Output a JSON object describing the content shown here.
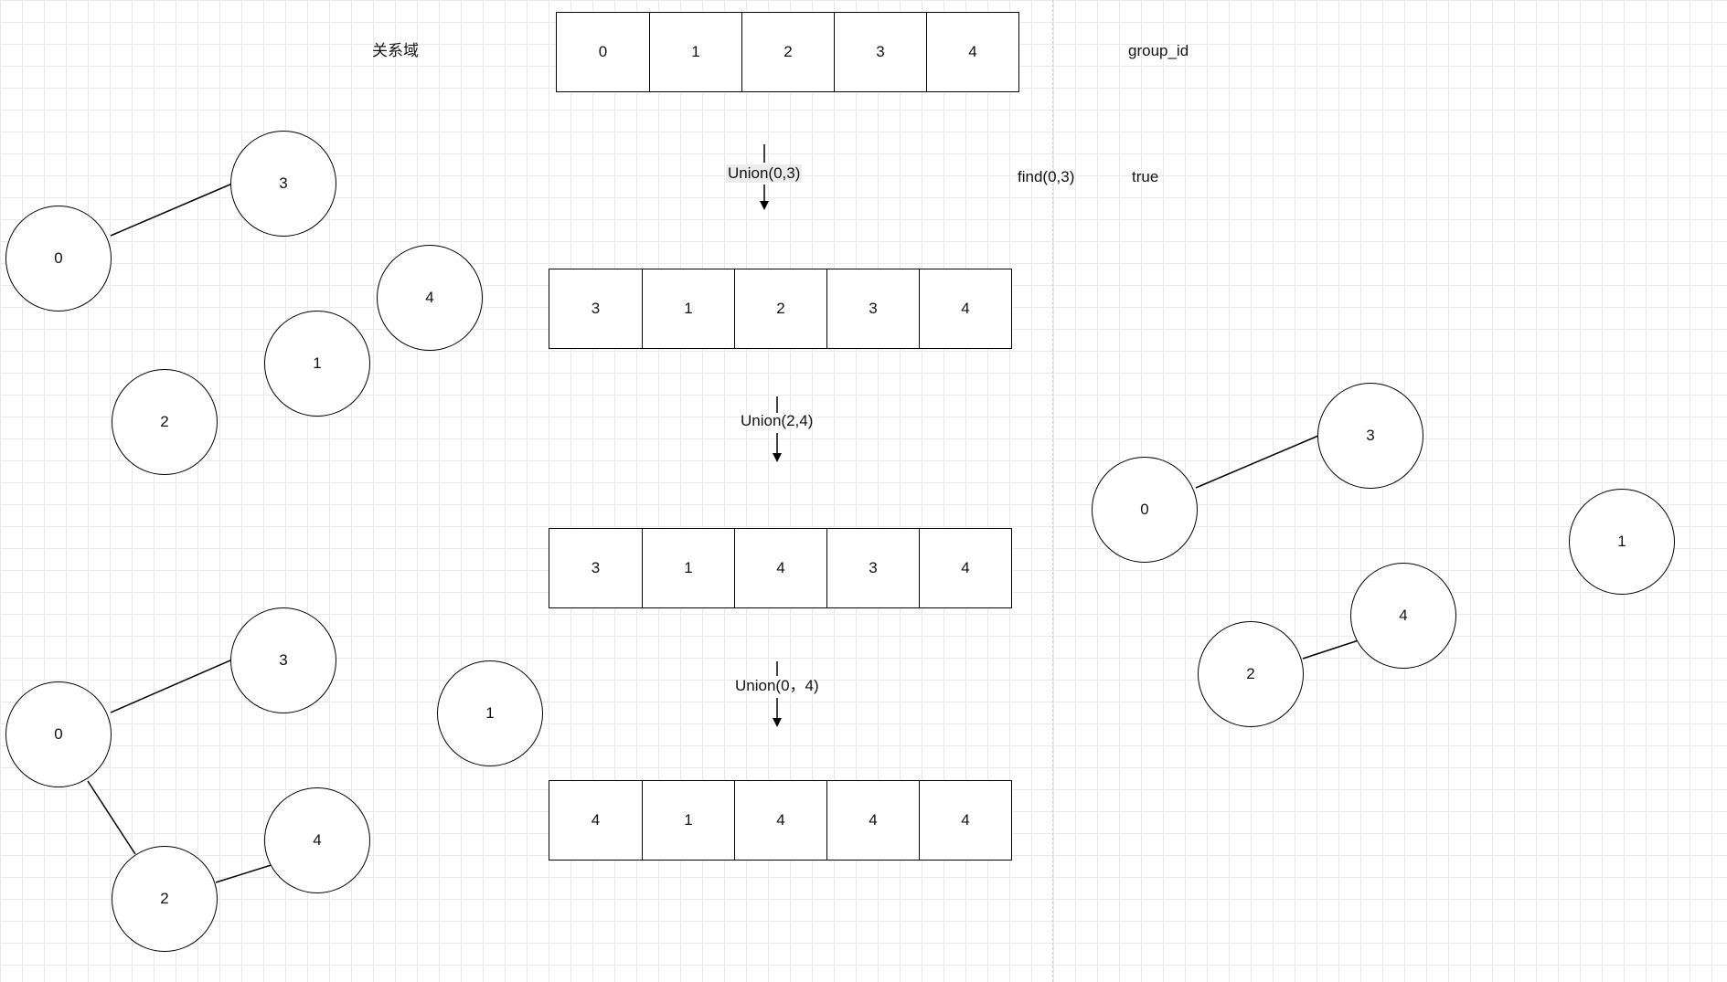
{
  "labels": {
    "domain": "关系域",
    "group_id": "group_id",
    "find_call": "find(0,3)",
    "find_result": "true"
  },
  "arrays": [
    {
      "id": "initial",
      "values": [
        "0",
        "1",
        "2",
        "3",
        "4"
      ]
    },
    {
      "id": "after-union-0-3",
      "values": [
        "3",
        "1",
        "2",
        "3",
        "4"
      ]
    },
    {
      "id": "after-union-2-4",
      "values": [
        "3",
        "1",
        "4",
        "3",
        "4"
      ]
    },
    {
      "id": "after-union-0-4",
      "values": [
        "4",
        "1",
        "4",
        "4",
        "4"
      ]
    }
  ],
  "operations": [
    {
      "label": "Union(0,3)",
      "highlighted": true
    },
    {
      "label": "Union(2,4)",
      "highlighted": false
    },
    {
      "label": "Union(0，4)",
      "highlighted": false
    }
  ],
  "graphs": [
    {
      "id": "graph-after-union-0-3",
      "nodes": [
        "0",
        "3",
        "4",
        "1",
        "2"
      ],
      "edges": [
        [
          "0",
          "3"
        ]
      ]
    },
    {
      "id": "graph-after-union-0-4",
      "nodes": [
        "0",
        "3",
        "1",
        "2",
        "4"
      ],
      "edges": [
        [
          "0",
          "3"
        ],
        [
          "0",
          "2"
        ],
        [
          "2",
          "4"
        ]
      ]
    },
    {
      "id": "graph-after-union-2-4",
      "nodes": [
        "0",
        "3",
        "1",
        "4",
        "2"
      ],
      "edges": [
        [
          "0",
          "3"
        ],
        [
          "2",
          "4"
        ]
      ]
    }
  ],
  "colors": {
    "stroke": "#000000",
    "grid": "#e9e9e9",
    "highlight": "#ececec"
  }
}
